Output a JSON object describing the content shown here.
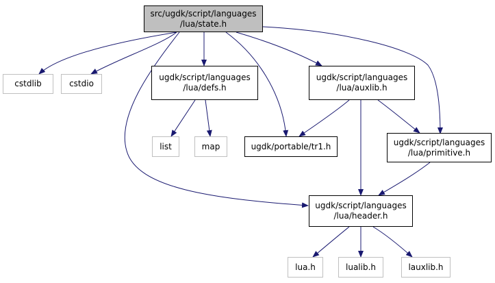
{
  "colors": {
    "edge": "#191970",
    "root_fill": "#bfbfbf",
    "node_border": "#000000",
    "external_border": "#bfbfbf",
    "background": "#ffffff"
  },
  "nodes": {
    "state": {
      "line1": "src/ugdk/script/languages",
      "line2": "/lua/state.h"
    },
    "cstdlib": {
      "line1": "cstdlib"
    },
    "cstdio": {
      "line1": "cstdio"
    },
    "defs": {
      "line1": "ugdk/script/languages",
      "line2": "/lua/defs.h"
    },
    "auxlib": {
      "line1": "ugdk/script/languages",
      "line2": "/lua/auxlib.h"
    },
    "list": {
      "line1": "list"
    },
    "map": {
      "line1": "map"
    },
    "tr1": {
      "line1": "ugdk/portable/tr1.h"
    },
    "primitive": {
      "line1": "ugdk/script/languages",
      "line2": "/lua/primitive.h"
    },
    "header": {
      "line1": "ugdk/script/languages",
      "line2": "/lua/header.h"
    },
    "lua": {
      "line1": "lua.h"
    },
    "lualib": {
      "line1": "lualib.h"
    },
    "lauxlib": {
      "line1": "lauxlib.h"
    }
  },
  "edges": [
    {
      "from": "state",
      "to": "cstdlib"
    },
    {
      "from": "state",
      "to": "cstdio"
    },
    {
      "from": "state",
      "to": "defs"
    },
    {
      "from": "state",
      "to": "tr1"
    },
    {
      "from": "state",
      "to": "auxlib"
    },
    {
      "from": "state",
      "to": "primitive"
    },
    {
      "from": "state",
      "to": "header"
    },
    {
      "from": "defs",
      "to": "list"
    },
    {
      "from": "defs",
      "to": "map"
    },
    {
      "from": "auxlib",
      "to": "tr1"
    },
    {
      "from": "auxlib",
      "to": "primitive"
    },
    {
      "from": "auxlib",
      "to": "header"
    },
    {
      "from": "primitive",
      "to": "header"
    },
    {
      "from": "header",
      "to": "lua"
    },
    {
      "from": "header",
      "to": "lualib"
    },
    {
      "from": "header",
      "to": "lauxlib"
    }
  ]
}
